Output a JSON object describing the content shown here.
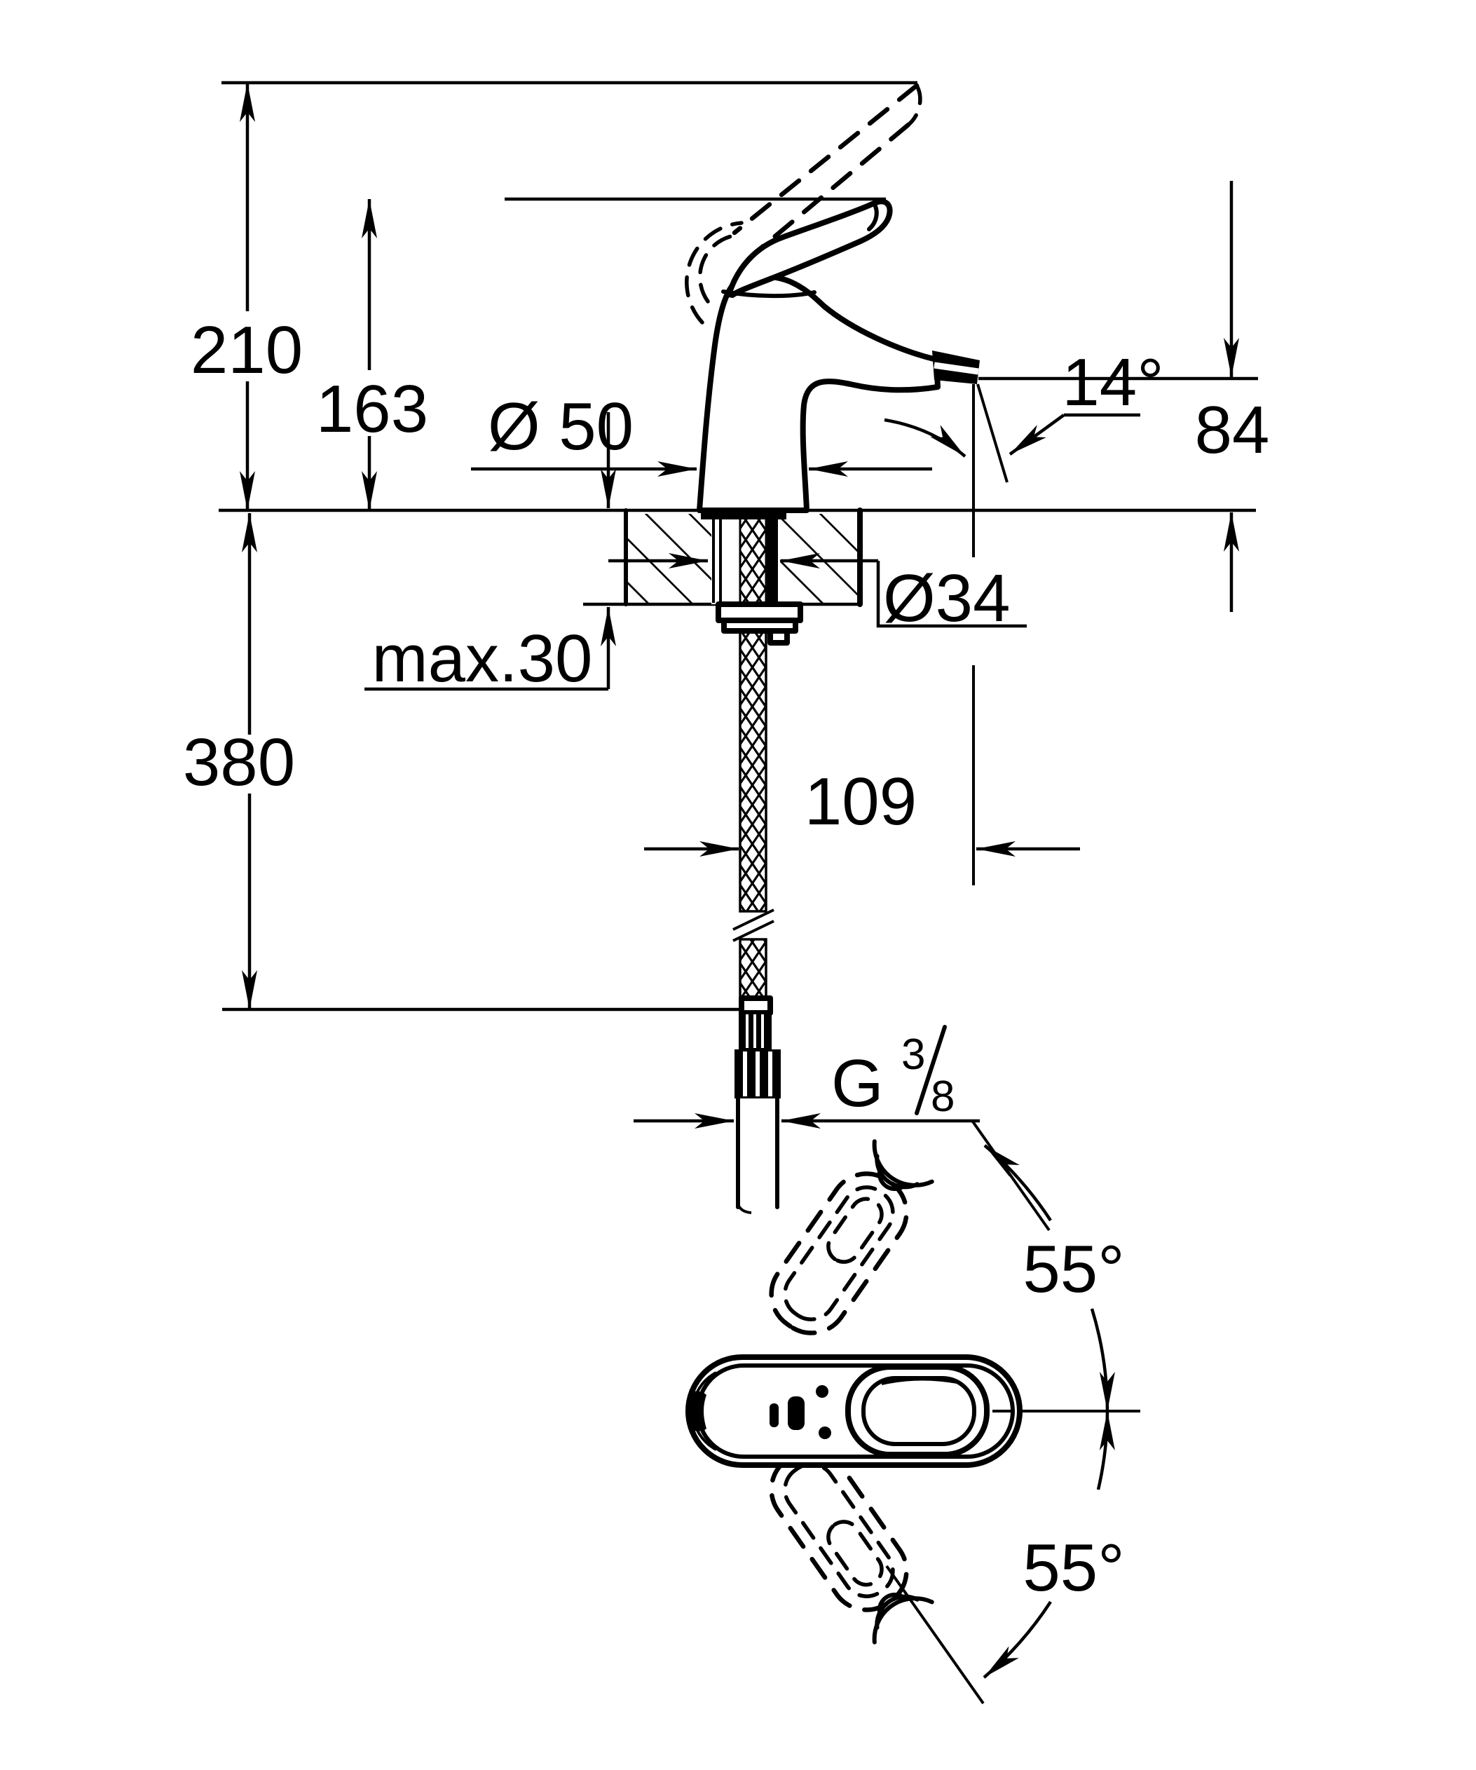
{
  "drawing": {
    "type": "technical-dimension-drawing",
    "views": [
      "side-elevation-with-counter-section",
      "top-plan-handle-swivel"
    ],
    "colors": {
      "line": "#000000",
      "background": "#ffffff"
    },
    "dimensions": {
      "total_height": {
        "value": "210"
      },
      "handle_height": {
        "value": "163"
      },
      "body_diameter": {
        "value": "Ø 50"
      },
      "spout_angle": {
        "value": "14°"
      },
      "spout_height": {
        "value": "84"
      },
      "hole_diameter": {
        "value": "Ø34"
      },
      "max_deck_thickness": {
        "value": "max.30"
      },
      "hose_length": {
        "value": "380"
      },
      "spout_reach": {
        "value": "109"
      },
      "thread": {
        "base": "G",
        "numerator": "3",
        "denominator": "8"
      },
      "swivel_upper": {
        "value": "55°"
      },
      "swivel_lower": {
        "value": "55°"
      }
    }
  }
}
